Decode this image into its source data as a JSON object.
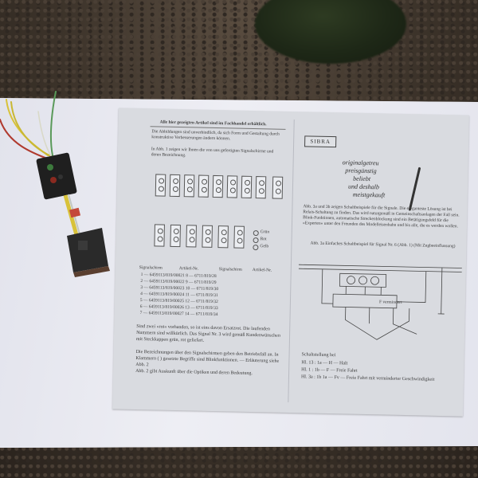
{
  "photo": {
    "colors": {
      "ground": "#3a3129",
      "paper": "#e6e7ef",
      "leaflet": "#d9dbe0",
      "signal_body": "#1f1f1f",
      "wire_yellow": "#d8c23a",
      "wire_green": "#5a9a5a",
      "wire_red": "#b03a2e"
    }
  },
  "leaflet": {
    "left": {
      "header": "Alle hier gezeigten Artikel sind im Fachhandel erhältlich.",
      "intro": "Die Abbildungen sind unverbindlich, da sich Form und Gestaltung durch konstruktive Verbesserungen ändern können.",
      "abb1_caption": "In Abb. 1 zeigen wir Ihnen die von uns gefertigten Signalschirme und deren Bezeichnung.",
      "legend": [
        "Grün",
        "Rot",
        "Gelb"
      ],
      "table_headers": [
        "Signalschirm",
        "Artikel-Nr.",
        "Signalschirm",
        "Artikel-Nr."
      ],
      "table_rows": [
        "1 — 6459113/819/00021      8 — 6711/819/28",
        "2 — 6459113/819/00022      9 — 6711/819/29",
        "3 — 6459113/819/00023     10 — 6711/819/30",
        "4 — 6459113/819/00024     11 — 6711/819/31",
        "5 — 6459113/819/00025     12 — 6711/819/32",
        "6 — 6459113/819/00026     13 — 6711/819/33",
        "7 — 6459113/819/00027     14 — 6711/819/34"
      ],
      "note1": "Sind zwei »rot« vorhanden, so ist eins davon Ersatzrot. Die laufenden Nummern sind willkürlich. Das Signal Nr. 3 wird gemäß Kundenwünschen mit Steckkappen grün, rot geliefert.",
      "note2": "Die Bezeichnungen über den Signalschirmen geben den Betriebsfall an. In Klammern ( ) gesetzte Begriffe sind Blinkfunktionen. — Erläuterung siehe Abb. 2",
      "note3": "Abb. 2 gibt Auskunft über die Optiken und deren Bedeutung."
    },
    "right": {
      "logo": "SIBRA",
      "slogan": [
        "originalgetreu",
        "preisgünstig",
        "beliebt",
        "und deshalb",
        "meistgekauft"
      ],
      "para": "Abb. 3a und 3b zeigen Schaltbeispiele für die Signale. Die eleganteste Lösung ist bei Relais-Schaltung zu finden. Das wird naturgemäß in Gemeinschaftsanlagen der Fall sein. Blink-Funktionen, automatische Streckenblockung sind ein Betätigungsfeld für die »Experten« unter den Freunden des Modelleisenbahn und bis alle, die es werden wollen.",
      "abb3a_caption": "Abb. 3a  Einfaches Schaltbeispiel für Signal Nr. 6 (Abb. 1) (Mit Zugbeeinflussung)",
      "diagram_label": "F vermindert",
      "switch_label": "Schaltstellung bei",
      "states": [
        "Hl. 13 : 1a     — H   — Halt",
        "Hl. 1   : 1b     — F   — Freie Fahrt",
        "Hl. 3a : 1b  1a — Fv — Freie Fahrt mit verminderter Geschwindigkeit"
      ]
    }
  }
}
